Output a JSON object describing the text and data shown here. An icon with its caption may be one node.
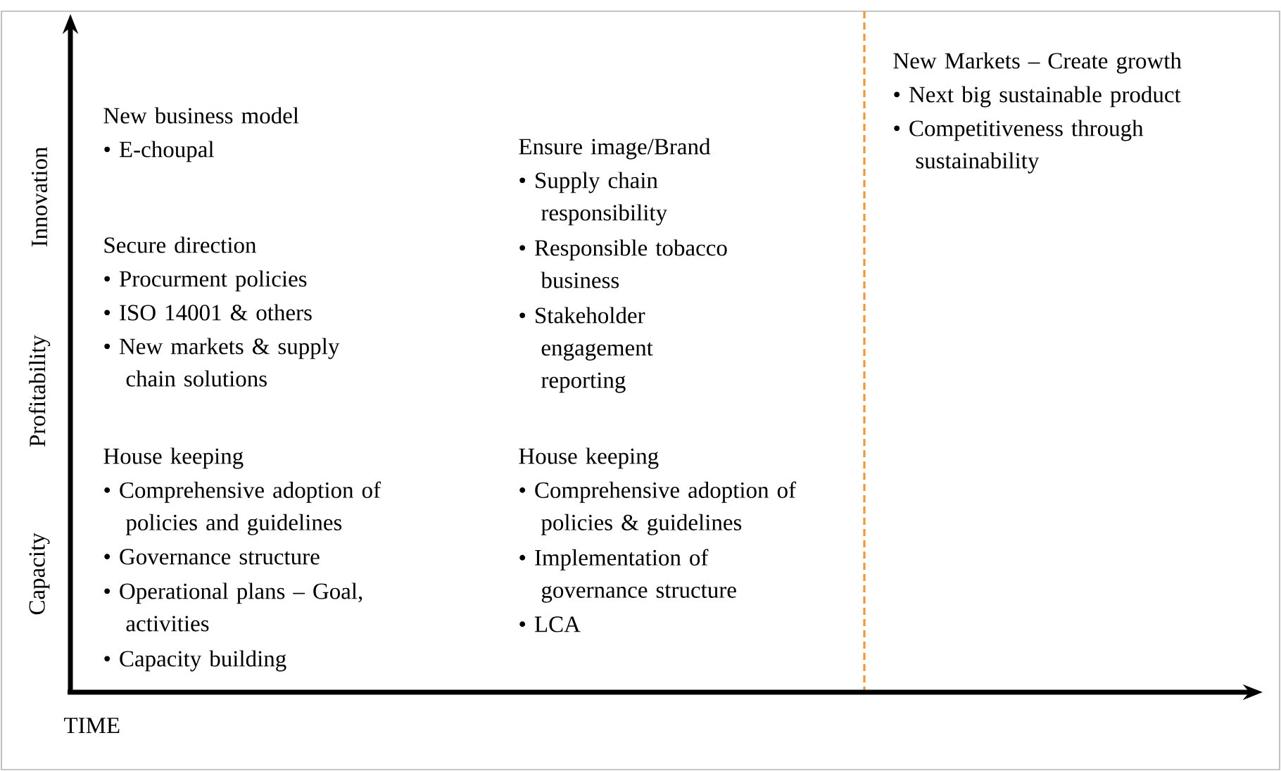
{
  "diagram": {
    "labels": [
      "Capacity",
      "Profitability",
      "Innovation",
      "New business model",
      "• E-choupal",
      "Secure direction",
      "• Procurment policies",
      "• ISO 14001 & others",
      "• New markets & supply chain solutions",
      "House keeping",
      "• Comprehensive adoption of policies and guidelines",
      "• Governance structure",
      "• Operational plans – Goal, activities",
      "• Capacity building",
      "Ensure image/Brand",
      "• Supply chain responsibility",
      "• Responsible tobacco business",
      "• Stakeholder engagement reporting",
      "House keeping",
      "• Comprehensive adoption of policies & guidelines",
      "• Implementation of governance structure",
      "• LCA",
      "New Markets – Create growth",
      "• Next big sustainable product",
      "• Competitiveness through sustainability",
      "TIME"
    ]
  }
}
